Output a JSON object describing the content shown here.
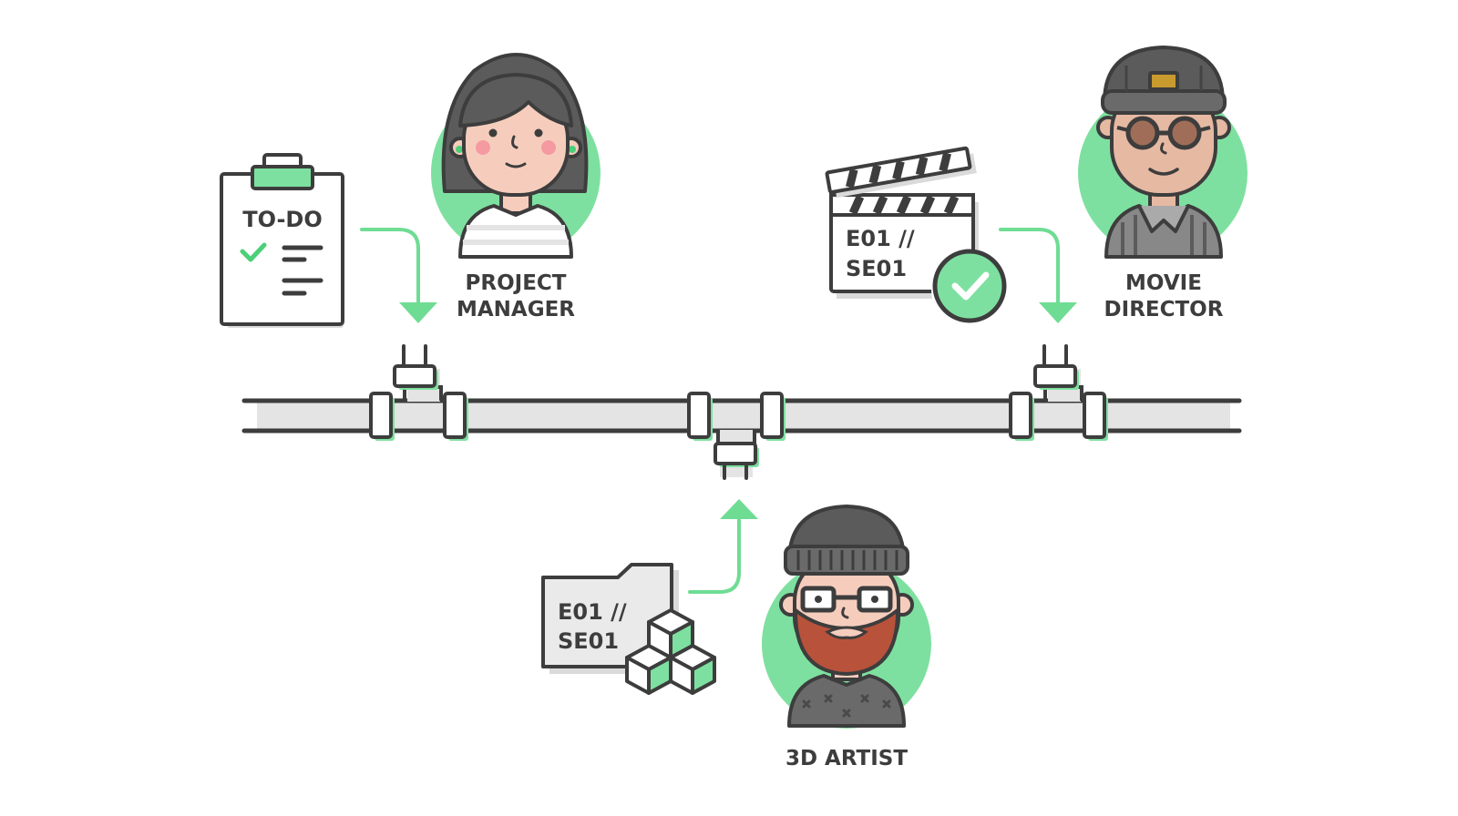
{
  "colors": {
    "outline": "#3d3d3d",
    "accent_green": "#7ee0a0",
    "arrow_green": "#6fdc94",
    "pipe_fill": "#e3e4e3",
    "shadow_gray": "#d9dad9",
    "skin": "#f6cdbd",
    "beard": "#b9523b",
    "dark_hat": "#5b5b5b"
  },
  "todo": {
    "title": "TO-DO",
    "icon": "clipboard-icon"
  },
  "clapper": {
    "line1": "E01 //",
    "line2": "SE01",
    "icon": "clapperboard-icon"
  },
  "folder": {
    "line1": "E01 //",
    "line2": "SE01",
    "icon": "folder-cubes-icon"
  },
  "roles": {
    "project_manager": {
      "line1": "PROJECT",
      "line2": "MANAGER"
    },
    "movie_director": {
      "line1": "MOVIE",
      "line2": "DIRECTOR"
    },
    "artist": {
      "line1": "3D ARTIST"
    }
  }
}
